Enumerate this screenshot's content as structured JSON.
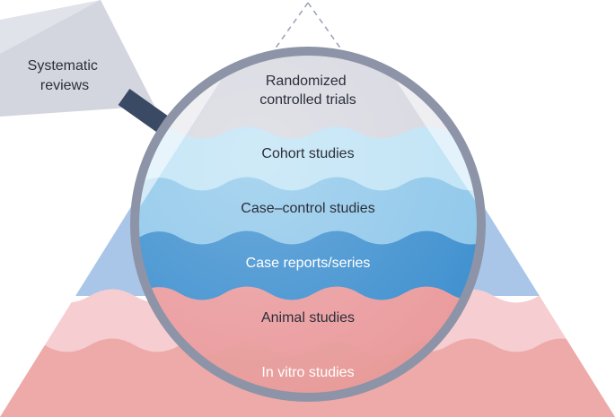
{
  "pyramid": {
    "side_label": {
      "lines": [
        "Systematic",
        "reviews"
      ]
    },
    "levels": [
      {
        "lines": [
          "Randomized",
          "controlled trials"
        ],
        "color": "#d7d8e0"
      },
      {
        "lines": [
          "Cohort studies"
        ],
        "color": "#bfe3f5"
      },
      {
        "lines": [
          "Case–control studies"
        ],
        "color": "#8ec7ea"
      },
      {
        "lines": [
          "Case reports/series"
        ],
        "color": "#3d8fcf"
      },
      {
        "lines": [
          "Animal studies"
        ],
        "color": "#ea9a9c"
      },
      {
        "lines": [
          "In vitro studies"
        ],
        "color": "#e79a98"
      }
    ]
  },
  "colors": {
    "lens_ring": "#8d94a8",
    "handle": "#3b4a64",
    "outer_blue": "#a9c6e8",
    "outer_pink_light": "#f6cdd0",
    "outer_pink_dark": "#eeaaa9",
    "dashed_apex": "#9aa0b2"
  }
}
